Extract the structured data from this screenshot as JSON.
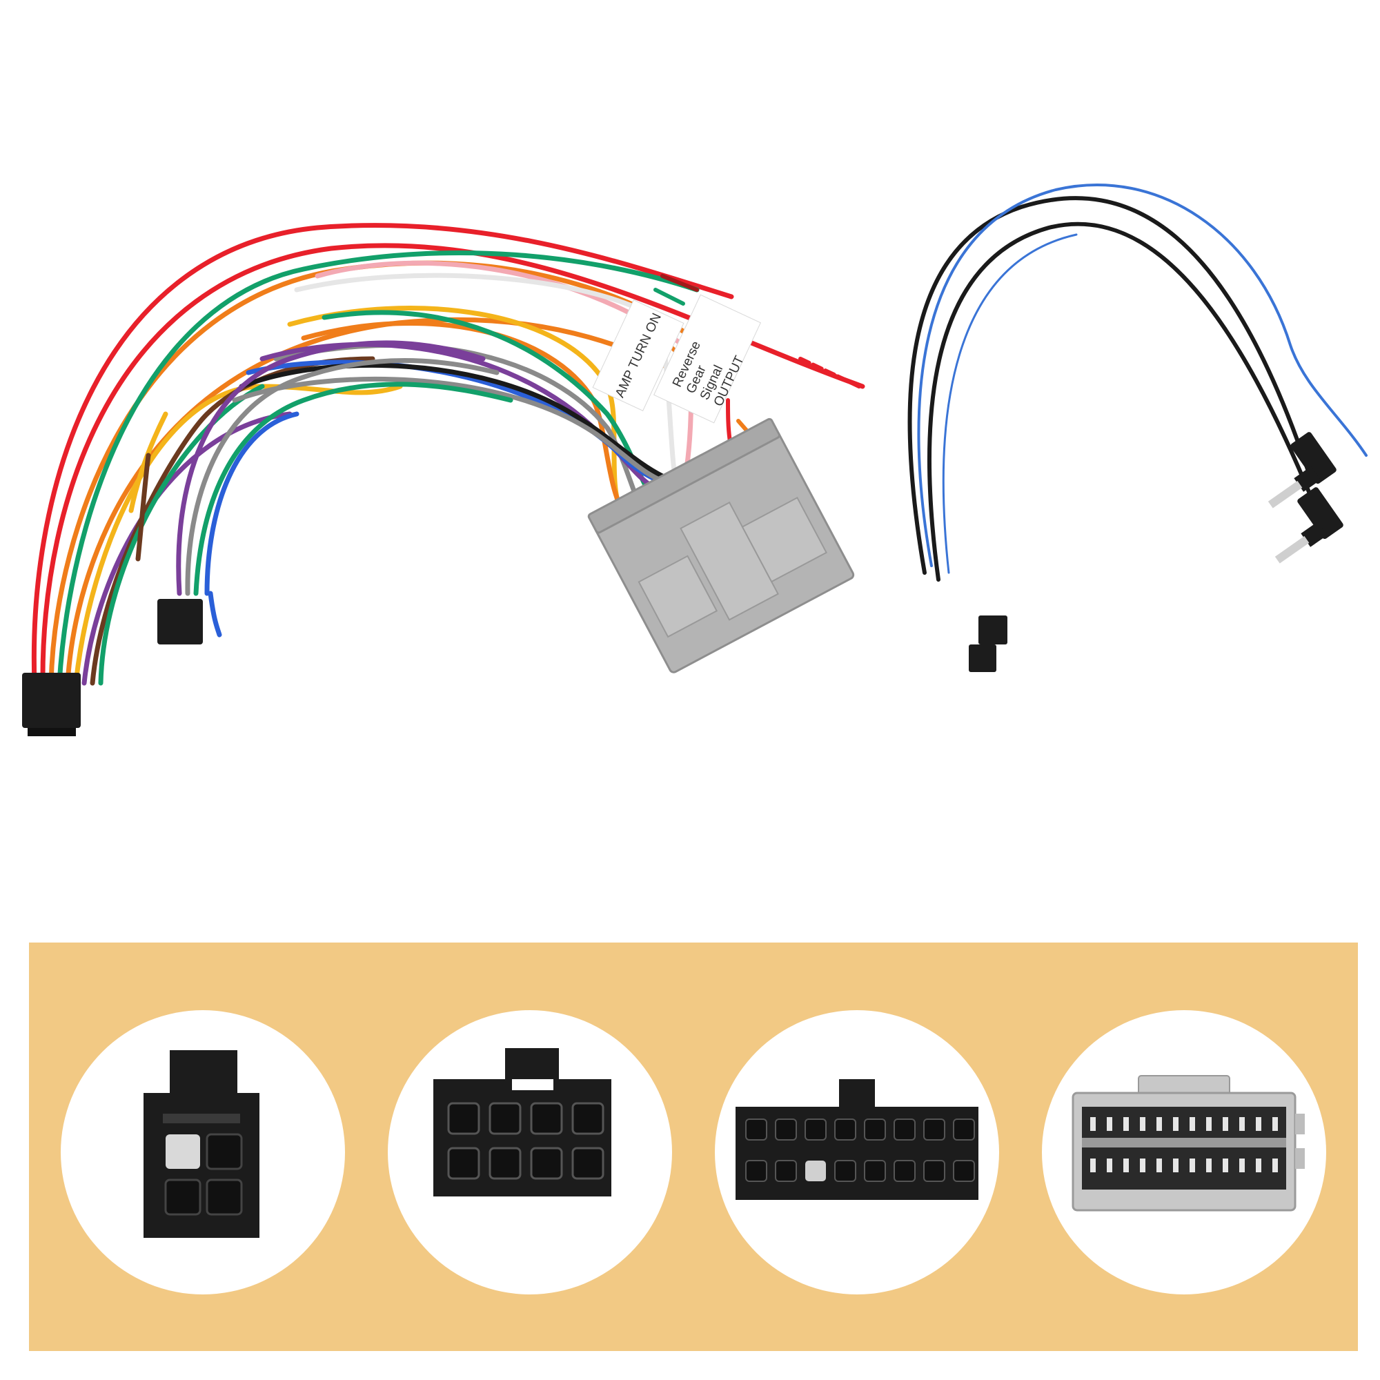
{
  "labels": {
    "amp_turn_on": "AMP TURN ON",
    "reverse_line1": "Reverse",
    "reverse_line2": "Gear",
    "reverse_line3": "Signal",
    "reverse_line4": "OUTPUT"
  },
  "colors": {
    "background": "#ffffff",
    "band": "#f2c984",
    "circle": "#ffffff",
    "connector_black": "#1c1c1c",
    "connector_grey": "#b4b4b4",
    "wire_red": "#e8202a",
    "wire_orange": "#f07d1a",
    "wire_green": "#12a06a",
    "wire_yellow": "#f4b41a",
    "wire_purple": "#7a3f9a",
    "wire_blue": "#2a5fd8",
    "wire_grey": "#8a8a8a",
    "wire_brown": "#6b3a1f",
    "wire_pink": "#f3a9b3",
    "wire_black": "#1a1a1a",
    "wire_white": "#eeeeee"
  },
  "connectors": [
    {
      "name": "4-pin connector icon"
    },
    {
      "name": "8-pin connector icon"
    },
    {
      "name": "16-pin connector icon"
    },
    {
      "name": "24-pin grey harness connector icon"
    }
  ]
}
